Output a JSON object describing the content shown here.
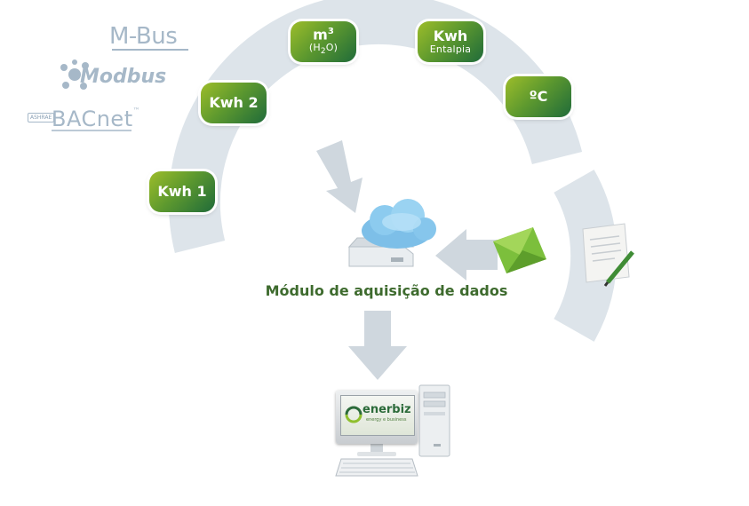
{
  "tags": {
    "kwh1": {
      "main": "Kwh 1"
    },
    "kwh2": {
      "main": "Kwh 2"
    },
    "m3": {
      "main": "m",
      "sup": "3",
      "sub_text_pre": "(H",
      "sub_digit": "2",
      "sub_text_post": "O)"
    },
    "kwh_entalpia": {
      "main": "Kwh",
      "sub": "Entalpia"
    },
    "celsius": {
      "main": "ºC"
    }
  },
  "protocols": {
    "mbus": "M-Bus",
    "modbus": "Modbus",
    "bacnet": "BACnet",
    "bacnet_tm": "™",
    "ashrae": "ASHRAE"
  },
  "module_label": "Módulo de aquisição de dados",
  "software": {
    "logo": "enerbiz",
    "tagline": "energy e business"
  },
  "colors": {
    "arc": "#dde4ea",
    "arrow": "#cfd7de",
    "tag_light": "#9dbd2a",
    "tag_dark": "#1f6b3a",
    "label_green": "#3e6b2e",
    "protocol_gray": "#a6b8c8"
  }
}
